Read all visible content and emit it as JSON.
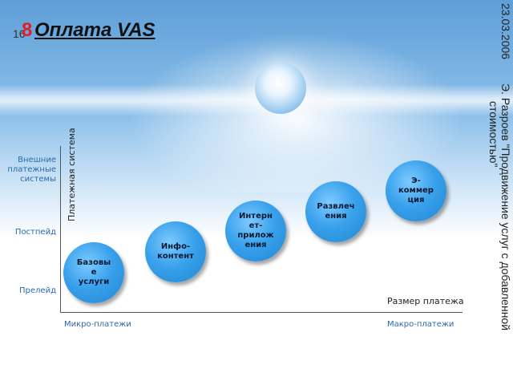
{
  "header": {
    "slide_number_small": "16",
    "slide_number_big": "8",
    "title": "Оплата VAS"
  },
  "side": {
    "date": "23.03.2006",
    "author": "Э. Разроев \"Продвижение услуг с добавленной",
    "author_cont": "стоимостью\""
  },
  "axes": {
    "y_title": "Платежная система",
    "x_title": "Размер платежа",
    "y_levels": [
      "Внешние платежные системы",
      "Постпейд",
      "Прелейд"
    ],
    "x_levels": [
      "Микро-платежи",
      "Макро-платежи"
    ]
  },
  "bubbles": [
    {
      "label": "Базовые услуги"
    },
    {
      "label": "Инфо-контент"
    },
    {
      "label": "Интернет-приложения"
    },
    {
      "label": "Развлечения"
    },
    {
      "label": "Э-коммерция"
    }
  ],
  "colors": {
    "bubble": "#2a96e4",
    "accent_red": "#e02020",
    "label_blue": "#2a6aaa"
  }
}
